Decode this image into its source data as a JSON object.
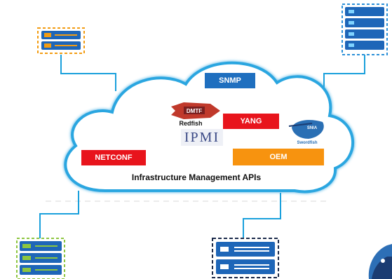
{
  "cloud": {
    "title": "Infrastructure Management APIs"
  },
  "apis": {
    "snmp": "SNMP",
    "yang": "YANG",
    "netconf": "NETCONF",
    "oem": "OEM"
  },
  "logos": {
    "dmtf": "DMTF",
    "redfish": "Redfish",
    "ipmi": "IPMI",
    "snia": "SNIA",
    "swordfish": "Swordfish"
  },
  "colors": {
    "snmp": "#1f6fbf",
    "yang": "#e8141c",
    "netconf": "#e8141c",
    "oem": "#f7930f",
    "cloud_stroke": "#2aa6e0",
    "cloud_fill": "#ffffff",
    "link": "#1aa0dc",
    "server_orange_border": "#f39c12",
    "server_blue_border": "#2a8fd8",
    "server_green_border": "#8dc63f",
    "server_navy_border": "#1b2a4a",
    "server_body": "#1e66b8"
  },
  "icons": [
    "server-rack-icon",
    "dmtf-redfish-logo",
    "ipmi-logo",
    "snia-swordfish-logo",
    "mascot-icon"
  ]
}
